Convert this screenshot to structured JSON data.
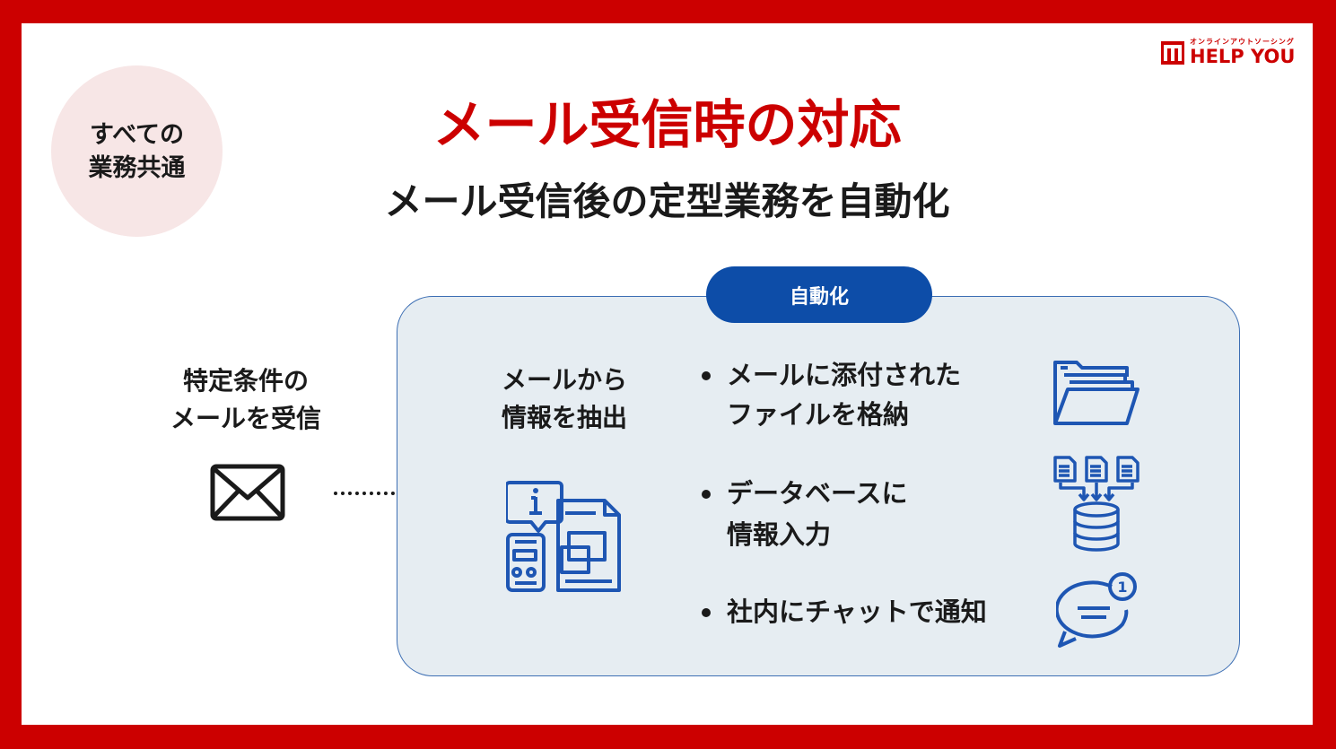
{
  "logo": {
    "tagline": "オンラインアウトソーシング",
    "name": "HELP YOU"
  },
  "badge": {
    "line1": "すべての",
    "line2": "業務共通"
  },
  "title": "メール受信時の対応",
  "subtitle": "メール受信後の定型業務を自動化",
  "trigger": {
    "line1": "特定条件の",
    "line2": "メールを受信"
  },
  "automation": {
    "label": "自動化",
    "extract": {
      "line1": "メールから",
      "line2": "情報を抽出"
    },
    "items": [
      {
        "line1": "メールに添付された",
        "line2": "ファイルを格納"
      },
      {
        "line1": "データベースに",
        "line2": "情報入力"
      },
      {
        "line1": "社内にチャットで通知",
        "line2": ""
      }
    ],
    "chat_badge": "1"
  },
  "icons": {
    "trigger": "envelope-icon",
    "extract": "document-info-icon",
    "item_icons": [
      "folder-icon",
      "database-icon",
      "chat-icon"
    ]
  },
  "colors": {
    "brand_red": "#cc0000",
    "accent_blue": "#0d4da8",
    "panel_bg": "#e6edf2",
    "icon_blue": "#1e56b3"
  }
}
